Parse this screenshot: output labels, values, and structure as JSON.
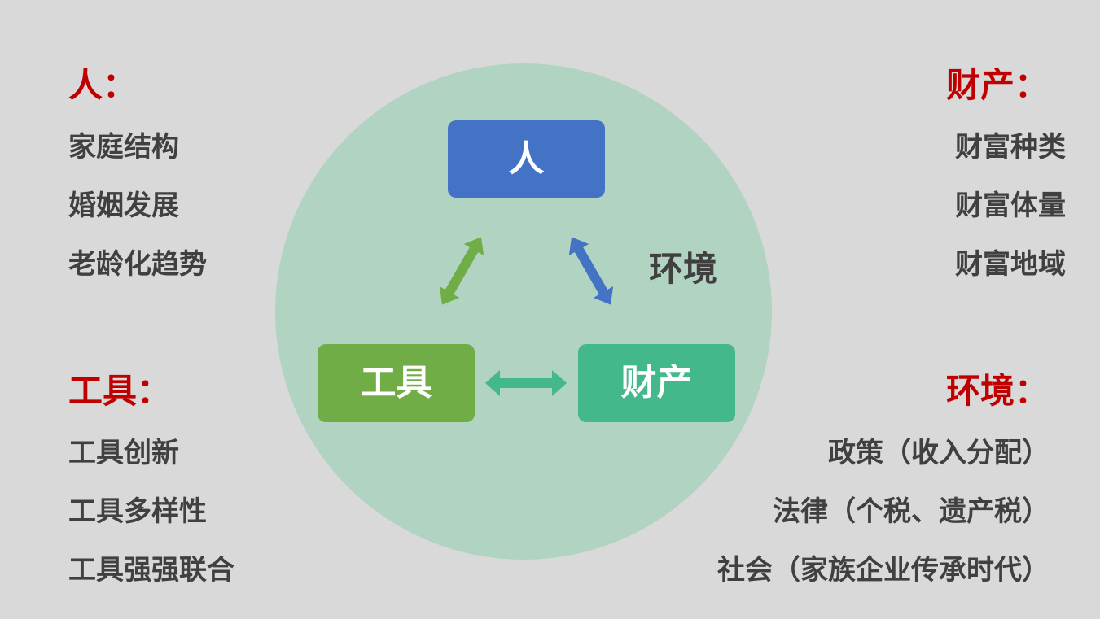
{
  "top_left": {
    "heading": "人：",
    "items": [
      "家庭结构",
      "婚姻发展",
      "老龄化趋势"
    ]
  },
  "top_right": {
    "heading": "财产：",
    "items": [
      "财富种类",
      "财富体量",
      "财富地域"
    ]
  },
  "bottom_left": {
    "heading": "工具：",
    "items": [
      "工具创新",
      "工具多样性",
      "工具强强联合"
    ]
  },
  "bottom_right": {
    "heading": "环境：",
    "items": [
      "政策（收入分配）",
      "法律（个税、遗产税）",
      "社会（家族企业传承时代）"
    ]
  },
  "diagram": {
    "node_person": "人",
    "node_tools": "工具",
    "node_property": "财产",
    "environment_label": "环境"
  },
  "colors": {
    "heading": "#c00000",
    "text": "#404040",
    "background": "#d9d9d9",
    "circle": "#b0d3c2",
    "node_person": "#4472c4",
    "node_tools": "#70ad47",
    "node_property": "#43b88a",
    "arrow_person_tools": "#70ad47",
    "arrow_person_property": "#4472c4",
    "arrow_tools_property": "#43b88a"
  }
}
